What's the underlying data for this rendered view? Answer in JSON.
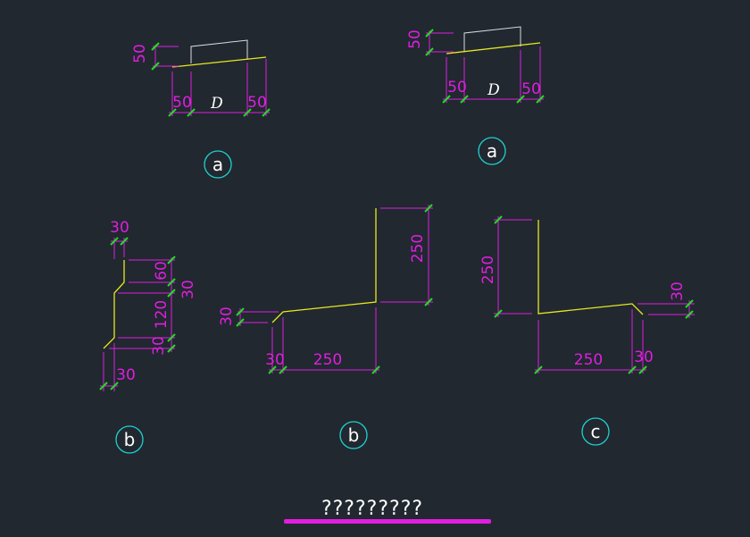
{
  "colors": {
    "background": "#212830",
    "dimension": "#e01ee0",
    "profile": "#e8e820",
    "tick": "#22dd22",
    "bubble": "#20d0d0",
    "title_underline": "#e01ee0"
  },
  "detail_a1": {
    "dims": {
      "left": "50",
      "bottom_left": "50",
      "span": "D",
      "bottom_right": "50"
    },
    "label": "a"
  },
  "detail_a2": {
    "dims": {
      "left": "50",
      "bottom_left": "50",
      "span": "D",
      "bottom_right": "50"
    },
    "label": "a"
  },
  "detail_b1": {
    "dims": {
      "top": "30",
      "r60": "60",
      "r30a": "30",
      "r120": "120",
      "r30b": "30",
      "bottom": "30"
    },
    "label": "b"
  },
  "detail_b2": {
    "dims": {
      "left": "30",
      "right": "250",
      "bottom_small": "30",
      "bottom": "250"
    },
    "label": "b"
  },
  "detail_c": {
    "dims": {
      "left": "250",
      "right": "30",
      "bottom": "250",
      "bottom_small": "30"
    },
    "label": "c"
  },
  "title": "?????????"
}
